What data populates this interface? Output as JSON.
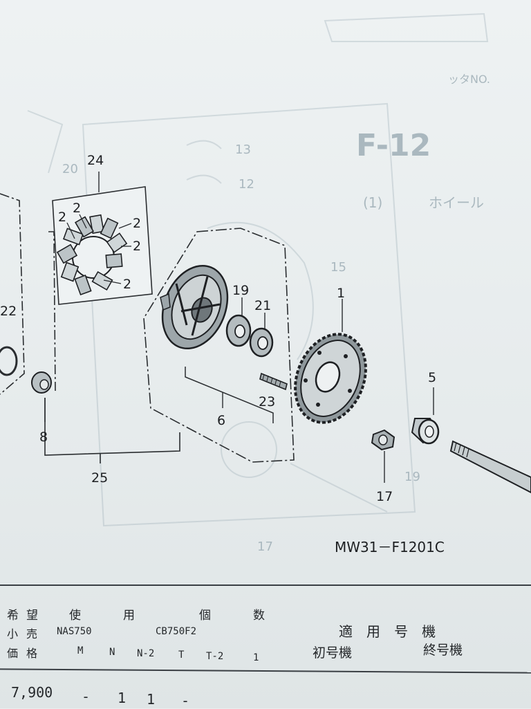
{
  "diagram": {
    "code": "MW31－F1201C",
    "callouts": {
      "c1": "1",
      "c2a": "2",
      "c2b": "2",
      "c2c": "2",
      "c2d": "2",
      "c2e": "2",
      "c5": "5",
      "c6": "6",
      "c8": "8",
      "c17": "17",
      "c19": "19",
      "c21": "21",
      "c22": "22",
      "c23": "23",
      "c24": "24",
      "c25": "25"
    },
    "ghost_text": {
      "page_code": "F-12",
      "sub_code": "(1)",
      "sub_title": "ホイール",
      "top_code": "ッタNO.",
      "g13": "13",
      "g12": "12",
      "g15": "15",
      "g17": "17",
      "g19": "19",
      "g20": "20"
    }
  },
  "table": {
    "row1": [
      "希",
      "望",
      "使",
      "用",
      "個",
      "数"
    ],
    "row2": [
      "小",
      "売",
      "NAS750",
      "CB750F2"
    ],
    "row3": [
      "価",
      "格",
      "M",
      "N",
      "N-2",
      "T",
      "T-2",
      "1"
    ],
    "apply_header": "適 用 号 機",
    "first_no": "初号機",
    "last_no": "終号機",
    "price_row": [
      "7,900",
      "-",
      "1",
      "1",
      "-"
    ]
  }
}
